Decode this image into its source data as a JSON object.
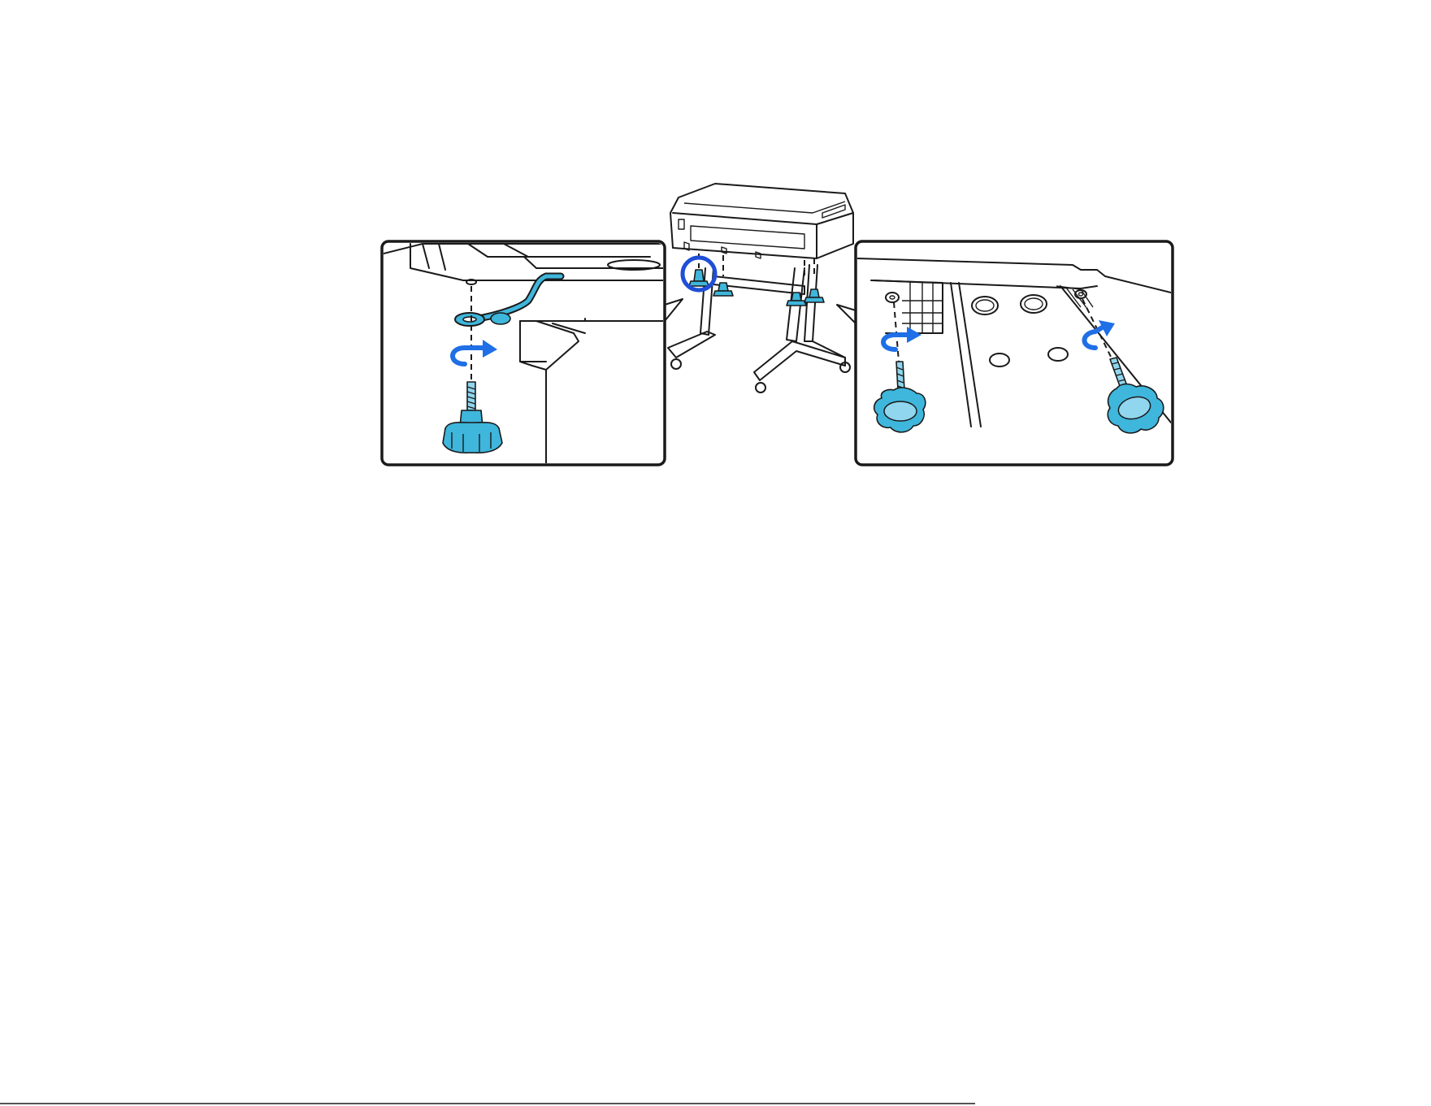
{
  "figure": {
    "description_icons": [
      "printer-icon",
      "stand-icon",
      "thumbscrew-knob-icon",
      "rotate-arrow-icon"
    ],
    "colors": {
      "part_fill": "#3fb6dc",
      "part_fill_light": "#8fd6ee",
      "arrow": "#1f6fe6",
      "highlight_ring": "#1f4fd6",
      "line": "#1a1a1a",
      "panel_bg": "#ffffff"
    },
    "callouts": [
      "left-detail",
      "right-detail"
    ],
    "knob_count_left": 1,
    "knob_count_right": 2,
    "knob_count_overview": 4
  }
}
